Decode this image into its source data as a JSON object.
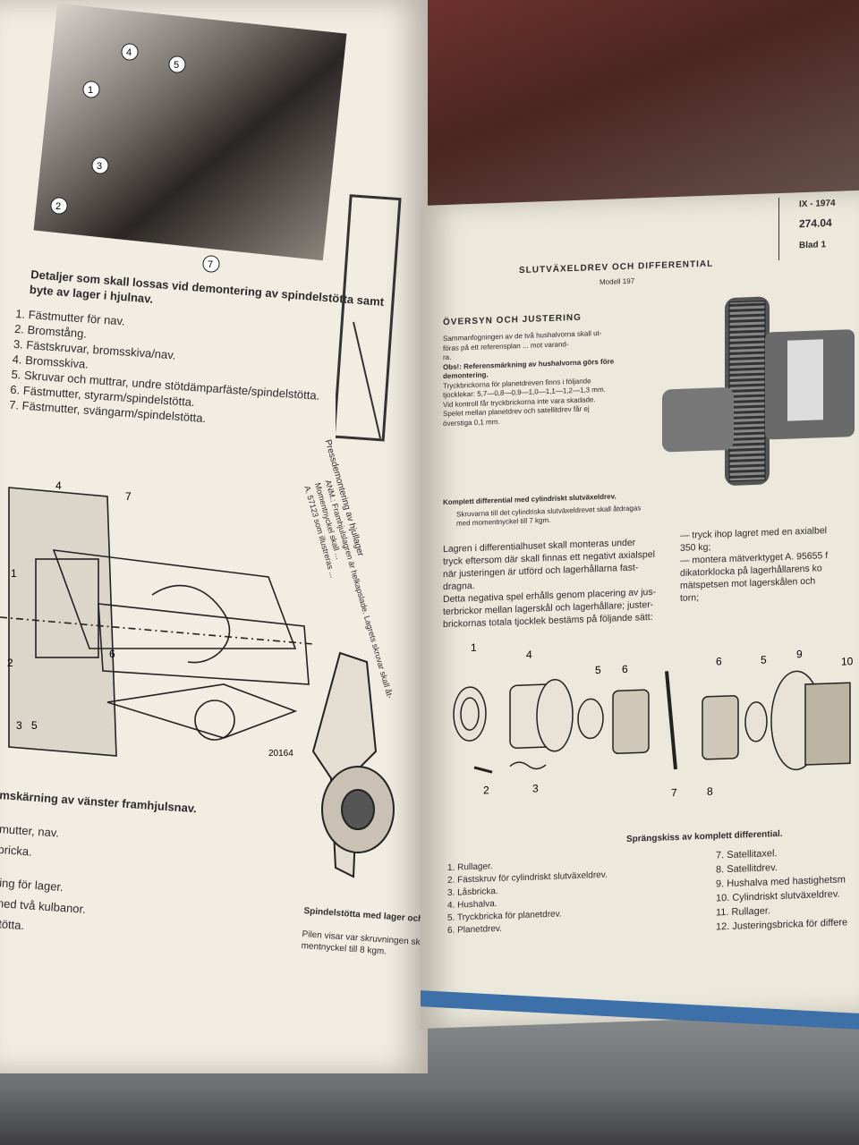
{
  "left_page": {
    "caption_top": "Detaljer som skall lossas vid demontering av spindelstötta samt byte av lager i hjulnav.",
    "caption_top_line1": "Detaljer som skall lossas vid demontering av spindelstötta samt",
    "caption_top_line2": "byte av lager i hjulnav.",
    "parts": [
      "1. Fästmutter för nav.",
      "2. Bromstång.",
      "3. Fästskruvar, bromsskiva/nav.",
      "4. Bromsskiva.",
      "5. Skruvar och muttrar, undre stötdämparfäste/spindelstötta.",
      "6. Fästmutter, styrarm/spindelstötta.",
      "7. Fästmutter, svängarm/spindelstötta."
    ],
    "photo_callouts": [
      "1",
      "2",
      "3",
      "4",
      "5",
      "7"
    ],
    "side_caption": "Pressdemontering av hjullager",
    "note": [
      "ANM.: Framhjulslagren är helkapslade. Lagrets skruvar skall åt-",
      "Momentnyckel skall ...",
      "A. 57123 som illustreras ..."
    ],
    "drawing_callouts": [
      "1",
      "2",
      "3",
      "4",
      "5",
      "6",
      "7"
    ],
    "drawing_number": "20164",
    "section_caption": "mskärning av vänster framhjulsnav.",
    "legend_partial": [
      "mutter, nav.",
      "bricka.",
      "ring för lager.",
      "med två kulbanor.",
      "stötta."
    ],
    "knuckle_caption": "Spindelstötta med lager och skruvning",
    "knuckle_text": [
      "Pilen visar var skruvningen skall göras efter ... ",
      "mentnyckel till 8 kgm."
    ]
  },
  "right_page": {
    "header_date": "IX - 1974",
    "header_code": "274.04",
    "header_sheet": "Blad 1",
    "title": "SLUTVÄXELDREV OCH DIFFERENTIAL",
    "model": "Modell 197",
    "section_heading": "ÖVERSYN OCH JUSTERING",
    "intro_lines": [
      "Sammanfogningen av de två hushalvorna skall ut-",
      "föras på ett referensplan ... mot varand-",
      "ra.",
      "Obs!: Referensmärkning av hushalvorna görs före",
      "demontering.",
      "Tryckbrickorna för planetdreven finns i följande",
      "tjocklekar: 5,7—0,8—0,9—1,0—1,1—1,2—1,3 mm.",
      "Vid kontroll får tryckbrickorna inte vara skadade.",
      "Spelet mellan planetdrev och satellitdrev får ej",
      "överstiga 0,1 mm."
    ],
    "photo_caption": "Komplett differential med cylindriskt slutväxeldrev.",
    "photo_note": [
      "Skruvarna till det cylindriska slutväxeldrevet skall åtdragas",
      "med momentnyckel till 7 kgm."
    ],
    "body_left": [
      "Lagren i differentialhuset skall monteras under",
      "tryck eftersom där skall finnas ett negativt axialspel",
      "när justeringen är utförd och lagerhållarna fast-",
      "dragna.",
      "Detta negativa spel erhålls genom placering av jus-",
      "terbrickor mellan lagerskål och lagerhållare; juster-",
      "brickornas totala tjocklek bestäms på följande sätt:"
    ],
    "body_right": [
      "— tryck ihop lagret med en axialbel",
      "350 kg;",
      "— montera mätverktyget A. 95655 f",
      "dikatorklocka på lagerhållarens ko",
      "mätspetsen mot lagerskålen och",
      "torn;"
    ],
    "diagram_callouts": [
      "1",
      "4",
      "5",
      "6",
      "7",
      "8",
      "6",
      "5",
      "9",
      "2",
      "3",
      "10"
    ],
    "diagram_caption": "Sprängskiss av komplett differential.",
    "legend_left": [
      "1. Rullager.",
      "2. Fästskruv för cylindriskt slutväxeldrev.",
      "3. Låsbricka.",
      "4. Hushalva.",
      "5. Tryckbricka för planetdrev.",
      "6. Planetdrev."
    ],
    "legend_right": [
      "7. Satellitaxel.",
      "8. Satellitdrev.",
      "9. Hushalva med hastighetsm",
      "10. Cylindriskt slutväxeldrev.",
      "11. Rullager.",
      "12. Justeringsbricka för differe"
    ]
  },
  "colors": {
    "paper_left": "#f1ede3",
    "paper_right": "#ece8dc",
    "ink": "#2b2b2b",
    "carpet": "#6e3a32",
    "tablecloth": "#7d8185"
  }
}
